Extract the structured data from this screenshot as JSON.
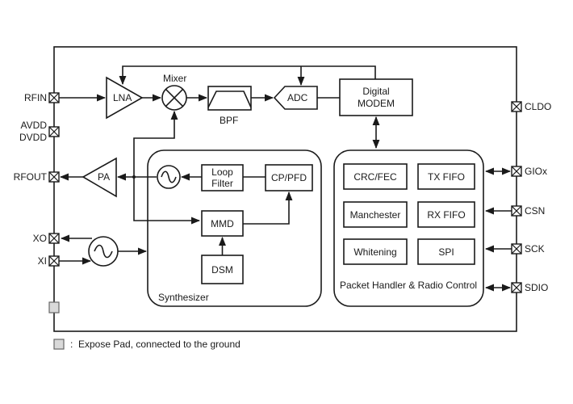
{
  "diagram": {
    "left_pins": [
      {
        "id": "rfin",
        "label": "RFIN"
      },
      {
        "id": "avdd",
        "label": "AVDD"
      },
      {
        "id": "dvdd",
        "label": "DVDD"
      },
      {
        "id": "rfout",
        "label": "RFOUT"
      },
      {
        "id": "xo",
        "label": "XO"
      },
      {
        "id": "xi",
        "label": "XI"
      }
    ],
    "right_pins": [
      {
        "id": "cldo",
        "label": "CLDO"
      },
      {
        "id": "giox",
        "label": "GIOx"
      },
      {
        "id": "csn",
        "label": "CSN"
      },
      {
        "id": "sck",
        "label": "SCK"
      },
      {
        "id": "sdio",
        "label": "SDIO"
      }
    ],
    "blocks": {
      "lna": "LNA",
      "mixer": "Mixer",
      "bpf": "BPF",
      "adc": "ADC",
      "modem_line1": "Digital",
      "modem_line2": "MODEM",
      "pa": "PA",
      "loop_filter_line1": "Loop",
      "loop_filter_line2": "Filter",
      "cp_pfd": "CP/PFD",
      "mmd": "MMD",
      "dsm": "DSM",
      "synthesizer": "Synthesizer",
      "crc_fec": "CRC/FEC",
      "tx_fifo": "TX FIFO",
      "manchester": "Manchester",
      "rx_fifo": "RX FIFO",
      "whitening": "Whitening",
      "spi": "SPI",
      "packet_handler": "Packet Handler & Radio Control"
    },
    "legend": {
      "separator": ":",
      "text": "Expose Pad, connected to the ground"
    },
    "colors": {
      "line": "#1a1a1a",
      "expose_pad": "#d9d9d9"
    }
  }
}
